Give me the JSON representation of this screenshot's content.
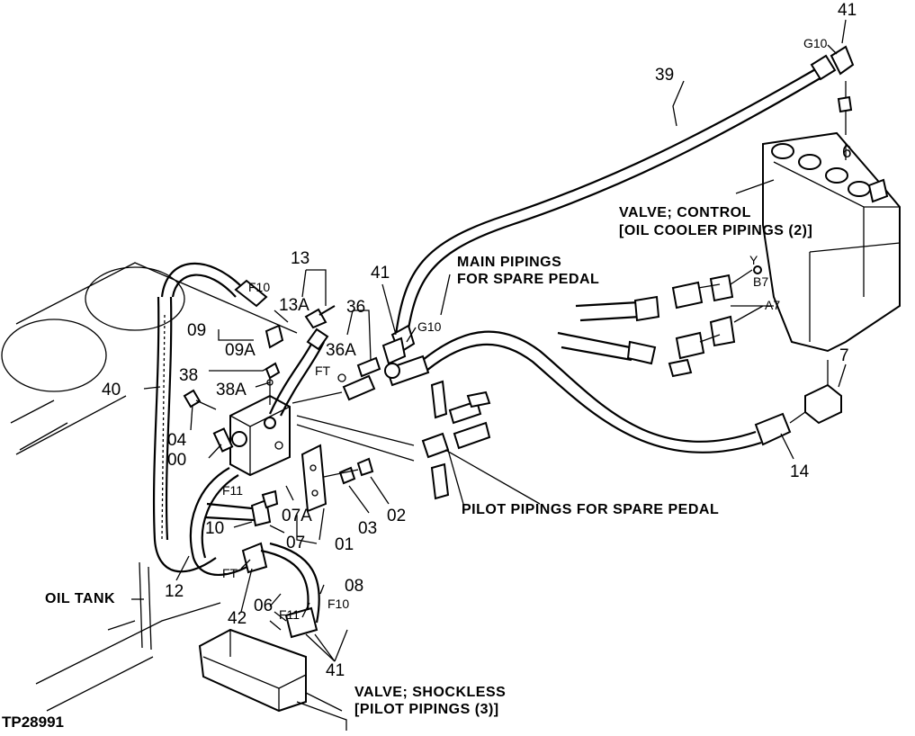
{
  "figure_id": "TP28991",
  "callouts": {
    "c41_top": "41",
    "c41_mid": "41",
    "c41_bottom": "41",
    "g10_top": "G10",
    "g10_mid": "G10",
    "c39": "39",
    "c6": "6",
    "c7": "7",
    "c14": "14",
    "y": "Y",
    "b7": "B7",
    "a7": "A7",
    "c13": "13",
    "c13a": "13A",
    "f10_top": "F10",
    "c09": "09",
    "c09a": "09A",
    "c36": "36",
    "c36a": "36A",
    "ft_top": "FT",
    "c38": "38",
    "c38a": "38A",
    "c40": "40",
    "c04": "04",
    "c00": "00",
    "f11_left": "F11",
    "c10": "10",
    "ft_low": "FT",
    "c12": "12",
    "c42": "42",
    "c06": "06",
    "c07": "07",
    "c07a": "07A",
    "c01": "01",
    "c03": "03",
    "c02": "02",
    "c08": "08",
    "f10_low": "F10",
    "f11_low": "F11"
  },
  "labels": {
    "valve_control_1": "VALVE; CONTROL",
    "valve_control_2": "[OIL COOLER PIPINGS (2)]",
    "main_pipings_1": "MAIN PIPINGS",
    "main_pipings_2": "FOR SPARE PEDAL",
    "pilot_pipings": "PILOT PIPINGS FOR SPARE PEDAL",
    "oil_tank": "OIL TANK",
    "valve_shockless_1": "VALVE; SHOCKLESS",
    "valve_shockless_2": "[PILOT PIPINGS (3)]"
  }
}
